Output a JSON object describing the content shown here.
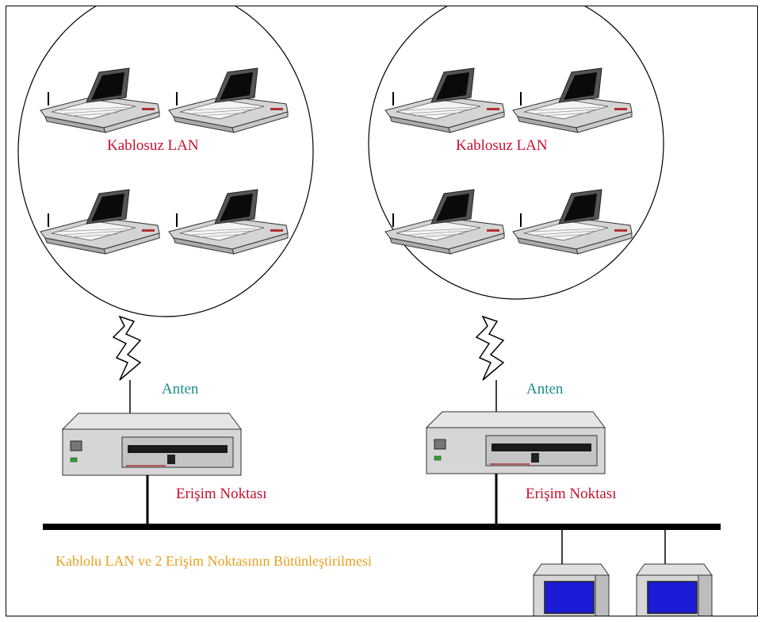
{
  "cells": [
    {
      "wlan_label": "Kablosuz LAN",
      "antenna_label": "Anten",
      "access_point_label": "Erişim Noktası"
    },
    {
      "wlan_label": "Kablosuz LAN",
      "antenna_label": "Anten",
      "access_point_label": "Erişim Noktası"
    }
  ],
  "caption": "Kablolu LAN ve 2 Erişim Noktasının Bütünleştirilmesi",
  "colors": {
    "label_red": "#c8102e",
    "label_teal": "#1a8c8c",
    "caption_orange": "#e8a020",
    "screen_blue": "#1c1cd6"
  }
}
